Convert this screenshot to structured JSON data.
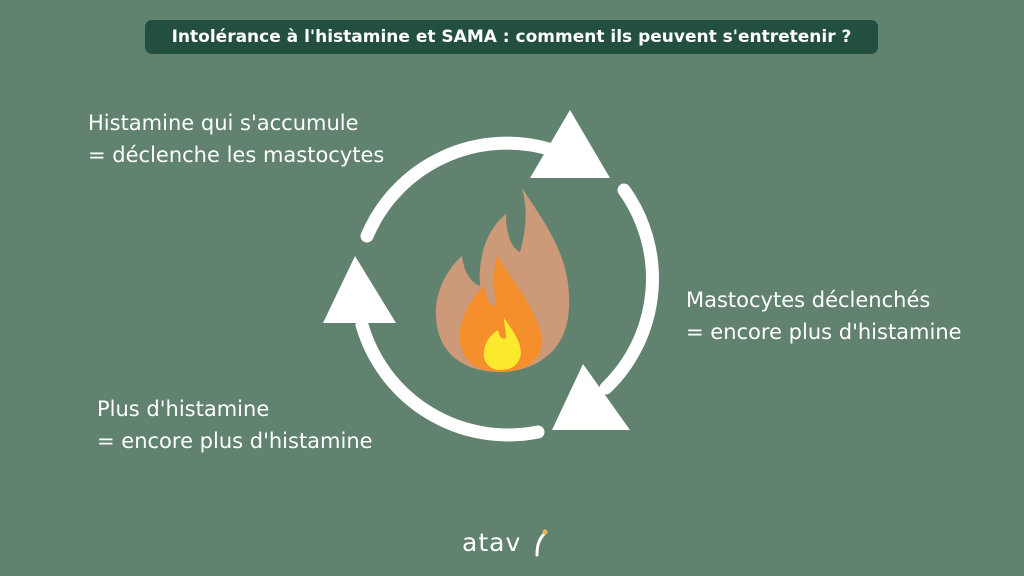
{
  "title": "Intolérance à l'histamine et SAMA : comment ils peuvent s'entretenir ?",
  "steps": [
    {
      "line1": "Histamine qui s'accumule",
      "line2": "= déclenche les mastocytes"
    },
    {
      "line1": "Mastocytes déclenchés",
      "line2": "= encore plus d'histamine"
    },
    {
      "line1": "Plus d'histamine",
      "line2": "= encore plus d'histamine"
    }
  ],
  "center_icon": "flame-icon",
  "logo": {
    "text": "atav",
    "mark": "leaf-mark-icon"
  },
  "colors": {
    "background": "#61826f",
    "title_background": "#234f41",
    "cycle": "#ffffff",
    "flame_outer": "#cc9a78",
    "flame_mid": "#f58f2c",
    "flame_core": "#fbe92e",
    "logo_accent": "#e8b45a"
  }
}
